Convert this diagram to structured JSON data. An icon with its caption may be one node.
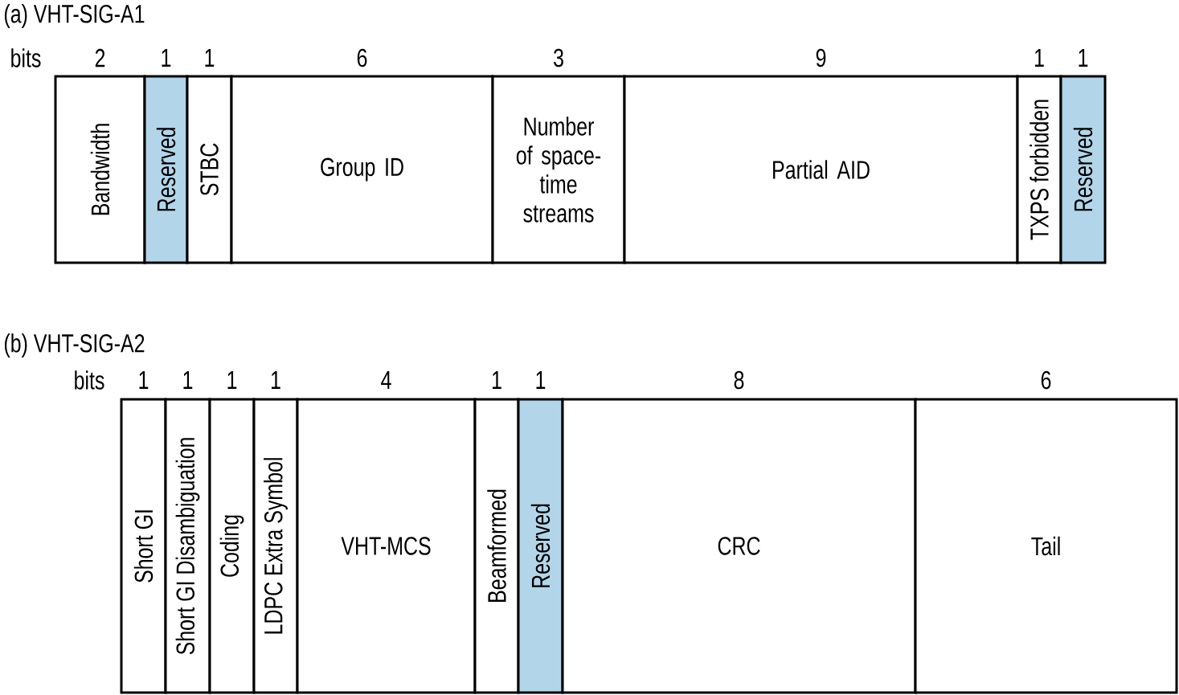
{
  "diagram": {
    "nodes": [
      {
        "text": [
          "Bandwidth"
        ],
        "beside": [
          "2"
        ]
      },
      {
        "text": [
          "Reserved"
        ],
        "beside": [
          "1"
        ]
      },
      {
        "text": [
          "STBC"
        ],
        "beside": [
          "1"
        ]
      },
      {
        "text": [
          "Group ID"
        ],
        "beside": [
          "6"
        ]
      },
      {
        "text": [
          "Number of space-time streams"
        ],
        "beside": [
          "3"
        ]
      },
      {
        "text": [
          "Partial AID"
        ],
        "beside": [
          "9"
        ]
      },
      {
        "text": [
          "TXPS forbidden"
        ],
        "beside": [
          "1"
        ]
      },
      {
        "text": [
          "Reserved"
        ],
        "beside": [
          "1"
        ]
      },
      {
        "text": [
          "Short GI"
        ],
        "beside": [
          "1"
        ]
      },
      {
        "text": [
          "Short GI Disambiguation"
        ],
        "beside": [
          "1"
        ]
      },
      {
        "text": [
          "Coding"
        ],
        "beside": [
          "1"
        ]
      },
      {
        "text": [
          "LDPC Extra Symbol"
        ],
        "beside": [
          "1"
        ]
      },
      {
        "text": [
          "VHT-MCS"
        ],
        "beside": [
          "4"
        ]
      },
      {
        "text": [
          "Beamformed"
        ],
        "beside": [
          "1"
        ]
      },
      {
        "text": [
          "Reserved"
        ],
        "beside": [
          "1"
        ]
      },
      {
        "text": [
          "CRC"
        ],
        "beside": [
          "8"
        ]
      },
      {
        "text": [
          "Tail"
        ],
        "beside": [
          "6"
        ]
      }
    ],
    "labels": [
      "(a) VHT-SIG-A1",
      "bits",
      "(b) VHT-SIG-A2",
      "bits"
    ]
  }
}
